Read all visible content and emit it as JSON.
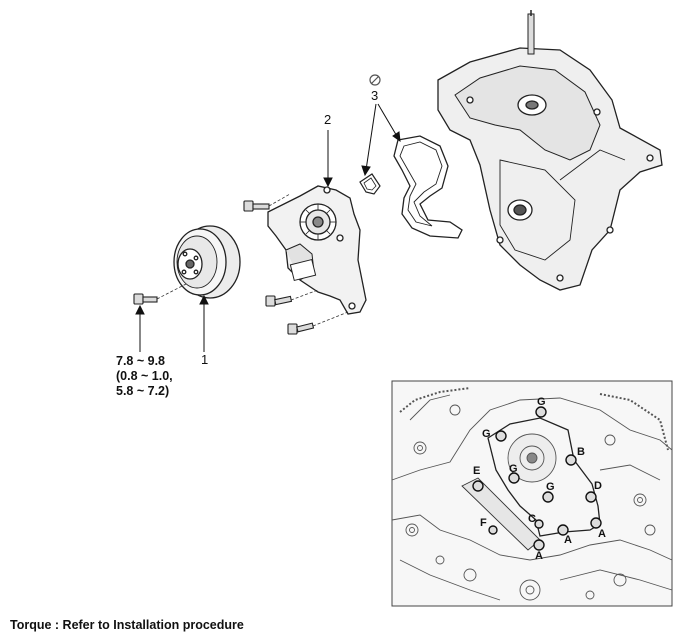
{
  "parts": {
    "pulley_label": "1",
    "pump_label": "2",
    "gasket_label": "3"
  },
  "torque": {
    "line1": "7.8 ~ 9.8",
    "line2": "(0.8 ~ 1.0,",
    "line3": "5.8 ~ 7.2)"
  },
  "bolt_callouts": {
    "a1": "A",
    "a2": "A",
    "a3": "A",
    "b": "B",
    "c": "C",
    "d": "D",
    "e": "E",
    "f": "F",
    "g1": "G",
    "g2": "G",
    "g3": "G",
    "g4": "G"
  },
  "footer": "Torque : Refer to Installation procedure",
  "icons": {
    "do-not-reuse": "prohibition-icon"
  }
}
